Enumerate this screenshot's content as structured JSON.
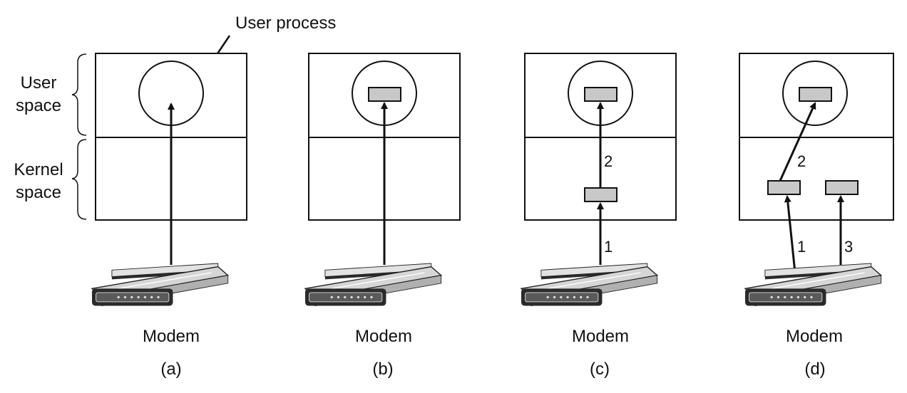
{
  "labels": {
    "user_process": "User process",
    "user_space": [
      "User",
      "space"
    ],
    "kernel_space": [
      "Kernel",
      "space"
    ]
  },
  "panels": [
    {
      "device_label": "Modem",
      "caption": "(a)",
      "user_buffer": false,
      "kernel_buffers": 0,
      "step_labels": []
    },
    {
      "device_label": "Modem",
      "caption": "(b)",
      "user_buffer": true,
      "kernel_buffers": 0,
      "step_labels": []
    },
    {
      "device_label": "Modem",
      "caption": "(c)",
      "user_buffer": true,
      "kernel_buffers": 1,
      "step_labels": [
        "2",
        "1"
      ]
    },
    {
      "device_label": "Modem",
      "caption": "(d)",
      "user_buffer": true,
      "kernel_buffers": 2,
      "step_labels": [
        "2",
        "1",
        "3"
      ]
    }
  ],
  "colors": {
    "line": "#111111",
    "buffer_fill": "#c8c8c8",
    "modem_body": "#d9d9d9",
    "modem_dark": "#2a2a2a"
  }
}
